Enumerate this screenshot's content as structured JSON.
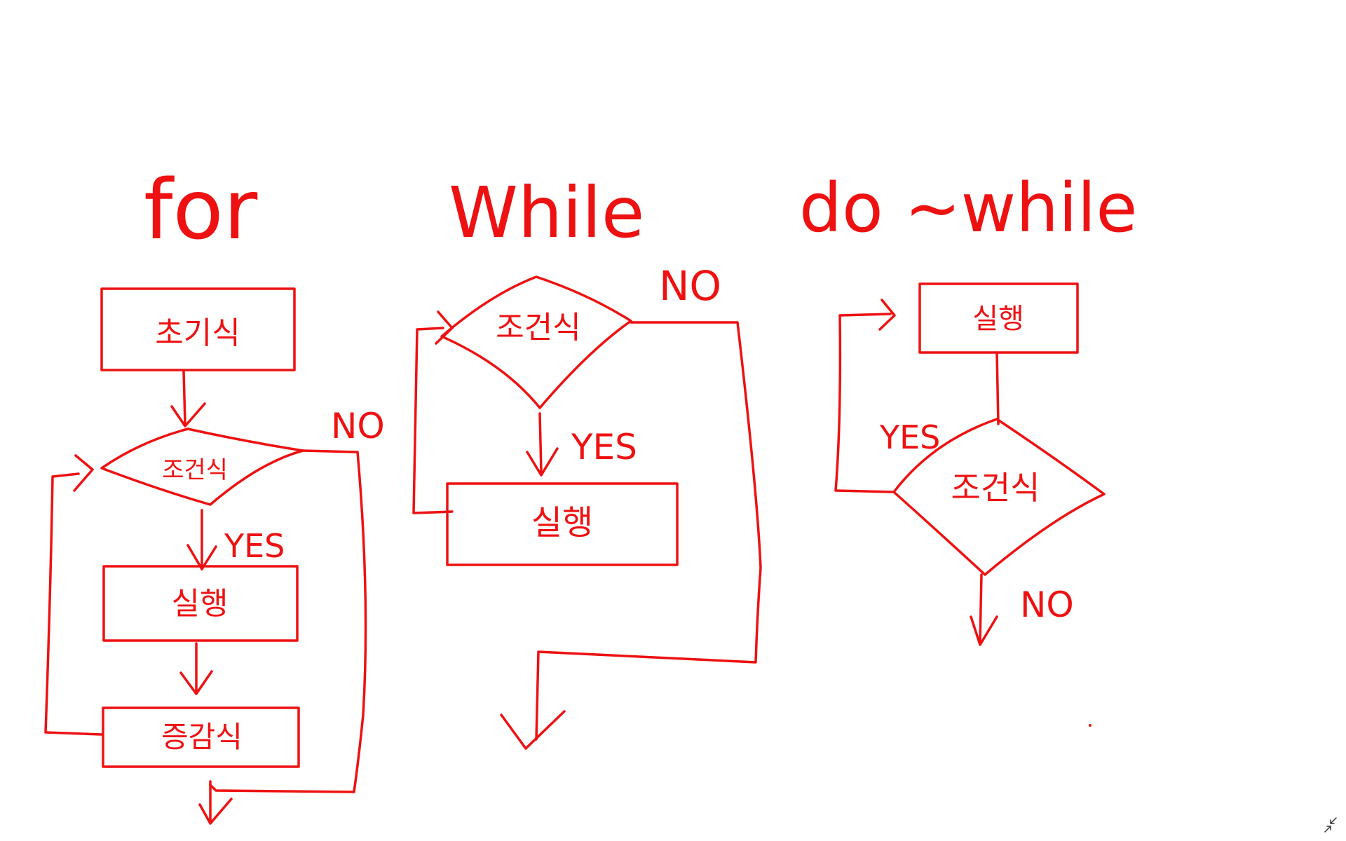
{
  "ink": {
    "color": "#ee1111"
  },
  "diagram": {
    "for": {
      "title": "for",
      "init": "초기식",
      "cond": "조건식",
      "exec": "실행",
      "incr": "증감식",
      "yes": "YES",
      "no": "NO"
    },
    "while": {
      "title": "While",
      "cond": "조건식",
      "exec": "실행",
      "yes": "YES",
      "no": "NO"
    },
    "dowhile": {
      "title": "do ~while",
      "exec": "실행",
      "cond": "조건식",
      "yes": "YES",
      "no": "NO"
    }
  },
  "ui": {
    "shrink_icon": "shrink-arrows-icon"
  }
}
